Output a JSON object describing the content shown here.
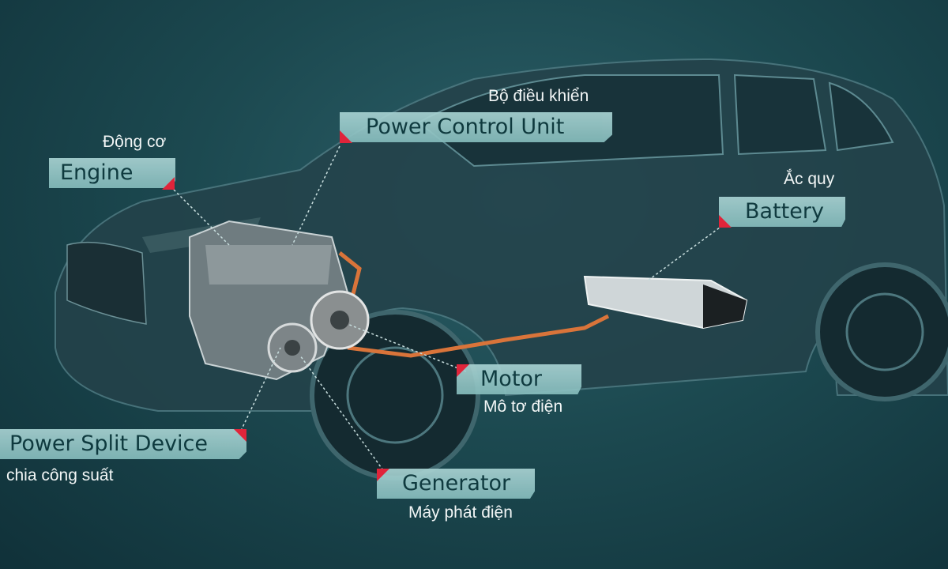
{
  "labels": {
    "engine": {
      "en": "Engine",
      "vi": "Động cơ"
    },
    "pcu": {
      "en": "Power Control Unit",
      "vi": "Bộ điều khiển"
    },
    "battery": {
      "en": "Battery",
      "vi": "Ắc quy"
    },
    "motor": {
      "en": "Motor",
      "vi": "Mô tơ điện"
    },
    "psd": {
      "en": "Power Split Device",
      "vi": "chia công suất"
    },
    "generator": {
      "en": "Generator",
      "vi": "Máy phát điện"
    }
  },
  "colors": {
    "accent": "#e0243a",
    "label_bg": "#9fcccc",
    "cable": "#d9743a",
    "background": "#1c4950"
  }
}
